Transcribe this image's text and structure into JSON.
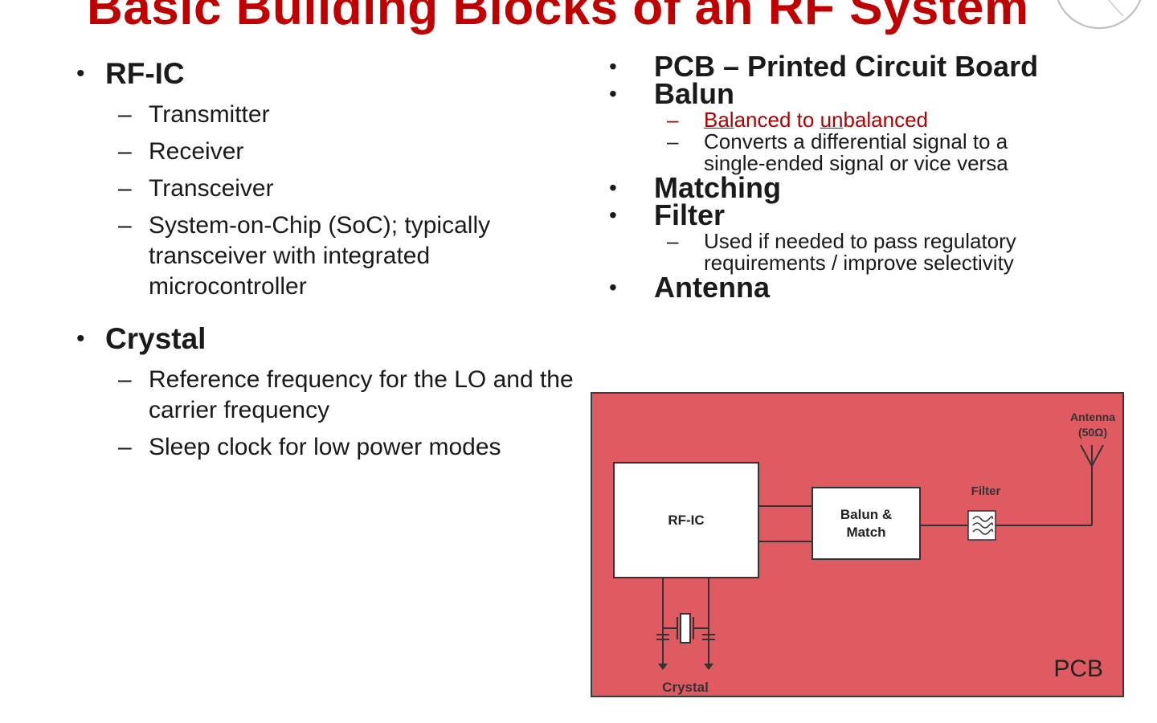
{
  "slide": {
    "title": "Basic Building Blocks of an RF System"
  },
  "left_list": [
    {
      "label": "RF-IC",
      "subitems": [
        "Transmitter",
        "Receiver",
        "Transceiver",
        "System-on-Chip (SoC); typically transceiver with integrated microcontroller"
      ]
    },
    {
      "label": "Crystal",
      "subitems": [
        "Reference frequency for the LO and the carrier frequency",
        "Sleep clock for low power modes"
      ]
    }
  ],
  "right_list": {
    "pcb": {
      "label": "PCB – Printed Circuit Board"
    },
    "balun": {
      "label": "Balun",
      "sub_highlight": {
        "part1": "Bal",
        "part2": "anced to ",
        "part3": "un",
        "part4": "balanced"
      },
      "sub_2": "Converts a differential signal to a single-ended signal or vice versa"
    },
    "matching": {
      "label": "Matching"
    },
    "filter": {
      "label": "Filter",
      "sub_1": "Used if needed to pass regulatory requirements / improve selectivity"
    },
    "antenna": {
      "label": "Antenna"
    }
  },
  "bullet_char": "•",
  "dash_char": "–",
  "diagram": {
    "rfic_label": "RF-IC",
    "balun_line1": "Balun &",
    "balun_line2": "Match",
    "filter_label": "Filter",
    "antenna_line1": "Antenna",
    "antenna_line2": "(50Ω)",
    "crystal_label": "Crystal",
    "pcb_label": "PCB",
    "colors": {
      "board": "#e05a62",
      "block": "#ffffff",
      "line": "#333333"
    },
    "icons": [
      "filter-symbol-icon",
      "antenna-symbol-icon",
      "crystal-symbol-icon",
      "ground-arrow-icon"
    ]
  },
  "colors": {
    "title": "#c00000",
    "highlight": "#b00000",
    "text": "#1a1a1a"
  },
  "logo_icon": "circular-logo-icon"
}
